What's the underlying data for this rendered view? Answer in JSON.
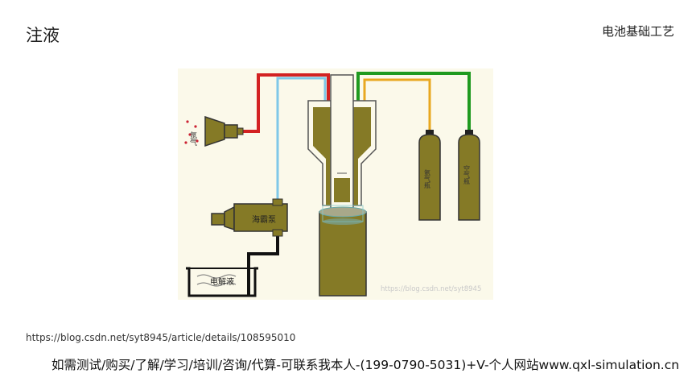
{
  "header": {
    "title": "注液",
    "subject": "电池基础工艺"
  },
  "diagram": {
    "labels": {
      "argon": "氩气",
      "pump": "海霸泵",
      "electrolyte": "电解液",
      "gas_a": "氩气瓶",
      "gas_b": "空气瓶"
    },
    "watermark": "https://blog.csdn.net/syt8945",
    "colors": {
      "red_pipe": "#d32222",
      "blue_pipe": "#7fc8e8",
      "black_pipe": "#111111",
      "green_pipe": "#1f9a1f",
      "yellow_pipe": "#e8a820",
      "liquid": "#857a26",
      "background": "#fbf9ea"
    }
  },
  "footer": {
    "source_url": "https://blog.csdn.net/syt8945/article/details/108595010",
    "contact": "如需测试/购买/了解/学习/培训/咨询/代算-可联系我本人-(199-0790-5031)+V-个人网站www.qxl-simulation.cn"
  }
}
